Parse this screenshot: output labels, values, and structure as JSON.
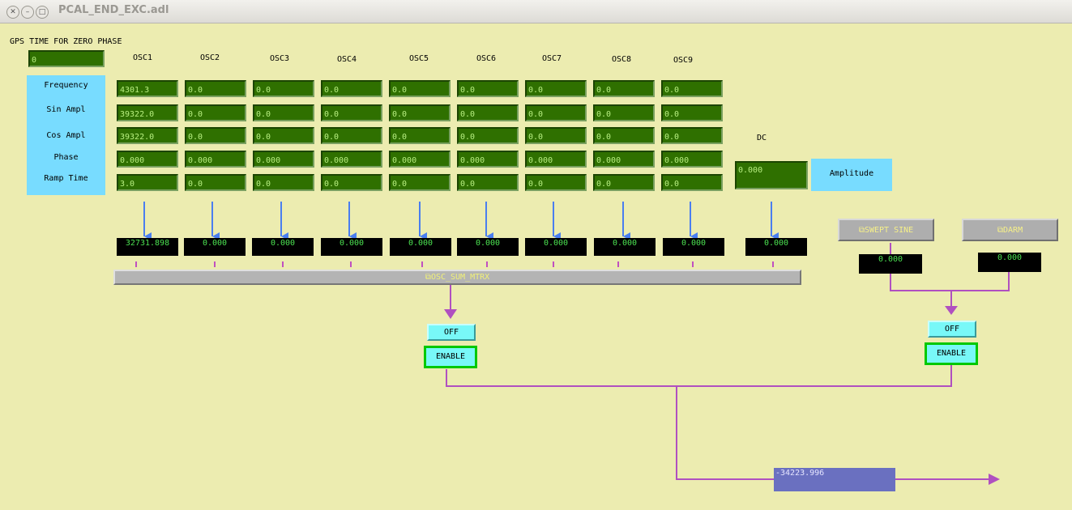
{
  "window": {
    "title": "PCAL_END_EXC.adl"
  },
  "gps": {
    "label": "GPS TIME FOR ZERO PHASE",
    "value": "0"
  },
  "oscillators": [
    {
      "name": "OSC1",
      "frequency": "4301.3",
      "sin_ampl": "39322.0",
      "cos_ampl": "39322.0",
      "phase": "0.000",
      "ramp_time": "3.0",
      "output": "32731.898"
    },
    {
      "name": "OSC2",
      "frequency": "0.0",
      "sin_ampl": "0.0",
      "cos_ampl": "0.0",
      "phase": "0.000",
      "ramp_time": "0.0",
      "output": "0.000"
    },
    {
      "name": "OSC3",
      "frequency": "0.0",
      "sin_ampl": "0.0",
      "cos_ampl": "0.0",
      "phase": "0.000",
      "ramp_time": "0.0",
      "output": "0.000"
    },
    {
      "name": "OSC4",
      "frequency": "0.0",
      "sin_ampl": "0.0",
      "cos_ampl": "0.0",
      "phase": "0.000",
      "ramp_time": "0.0",
      "output": "0.000"
    },
    {
      "name": "OSC5",
      "frequency": "0.0",
      "sin_ampl": "0.0",
      "cos_ampl": "0.0",
      "phase": "0.000",
      "ramp_time": "0.0",
      "output": "0.000"
    },
    {
      "name": "OSC6",
      "frequency": "0.0",
      "sin_ampl": "0.0",
      "cos_ampl": "0.0",
      "phase": "0.000",
      "ramp_time": "0.0",
      "output": "0.000"
    },
    {
      "name": "OSC7",
      "frequency": "0.0",
      "sin_ampl": "0.0",
      "cos_ampl": "0.0",
      "phase": "0.000",
      "ramp_time": "0.0",
      "output": "0.000"
    },
    {
      "name": "OSC8",
      "frequency": "0.0",
      "sin_ampl": "0.0",
      "cos_ampl": "0.0",
      "phase": "0.000",
      "ramp_time": "0.0",
      "output": "0.000"
    },
    {
      "name": "OSC9",
      "frequency": "0.0",
      "sin_ampl": "0.0",
      "cos_ampl": "0.0",
      "phase": "0.000",
      "ramp_time": "0.0",
      "output": "0.000"
    }
  ],
  "row_labels": {
    "frequency": "Frequency",
    "sin_ampl": "Sin Ampl",
    "cos_ampl": "Cos Ampl",
    "phase": "Phase",
    "ramp_time": "Ramp Time"
  },
  "dc": {
    "label": "DC",
    "amplitude_value": "0.000",
    "amplitude_label": "Amplitude",
    "output": "0.000"
  },
  "matrix": {
    "label": "OSC_SUM_MTRX"
  },
  "swept_sine": {
    "label": "SWEPT SINE",
    "output": "0.000"
  },
  "darm": {
    "label": "DARM",
    "output": "0.000"
  },
  "left_switch": {
    "off_label": "OFF",
    "enable_label": "ENABLE"
  },
  "right_switch": {
    "off_label": "OFF",
    "enable_label": "ENABLE"
  },
  "final_output": "-34223.996",
  "colors": {
    "background": "#ececb0",
    "label_cyan": "#78dcff",
    "input_green": "#2f7000",
    "arrow_blue": "#4a7ef0",
    "wire_magenta": "#b050c0",
    "output_block": "#6a70c0"
  }
}
